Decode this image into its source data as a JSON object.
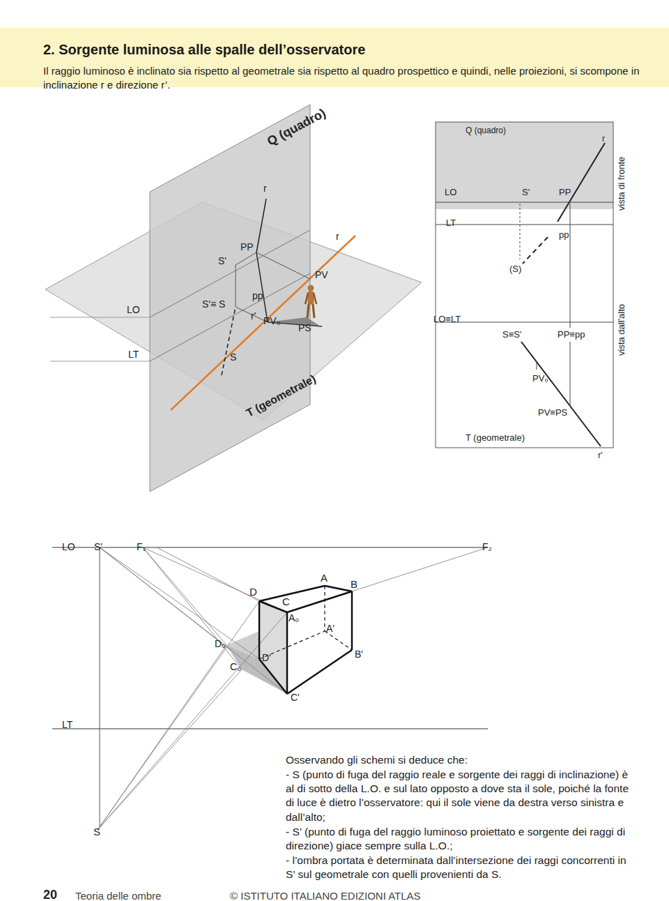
{
  "diagram": {
    "title": "2. Sorgente luminosa alle spalle dell’osservatore",
    "labels": [
      "Il raggio luminoso è inclinato sia rispetto al geometrale sia rispetto al quadro prospettico e quindi, nelle proiezioni, si scompone in inclinazione r e direzione r’.",
      "Q (quadro)",
      "r",
      "PP",
      "S'",
      "r",
      "PV",
      "LO",
      "S'≡ S",
      "pp",
      "r'",
      "PV₀",
      "PS",
      "LT",
      "S",
      "T (geometrale)",
      "Q (quadro)",
      "r",
      "LO",
      "S'",
      "PP",
      "vista di fronte",
      "LT",
      "pp",
      "(S)",
      "LO≡LT",
      "S≡S'",
      "PP≡pp",
      "vista dall'alto",
      "PV₀",
      "PV≡PS",
      "T (geometrale)",
      "r'",
      "LO",
      "S'",
      "F₁",
      "F₂",
      "A",
      "B",
      "D",
      "C",
      "A₀",
      "A'",
      "D₀",
      "C₀",
      "D'",
      "B'",
      "C'",
      "LT",
      "S",
      "Osservando gli schemi si deduce che:",
      "- S (punto di fuga del raggio reale e sorgente dei raggi di inclinazione) è al di sotto della L.O. e sul lato opposto a dove sta il sole, poiché la fonte di luce è dietro l’osservatore: qui il sole viene da destra verso sinistra e dall’alto;",
      "- S’ (punto di fuga del raggio luminoso proiettato e sorgente dei raggi di direzione) giace sempre sulla L.O.;",
      "- l’ombra portata è determinata dall’intersezione dei raggi concorrenti in S’ sul geometrale con quelli provenienti da S.",
      "20",
      "Teoria delle ombre",
      "© ISTITUTO ITALIANO EDIZIONI ATLAS"
    ]
  }
}
